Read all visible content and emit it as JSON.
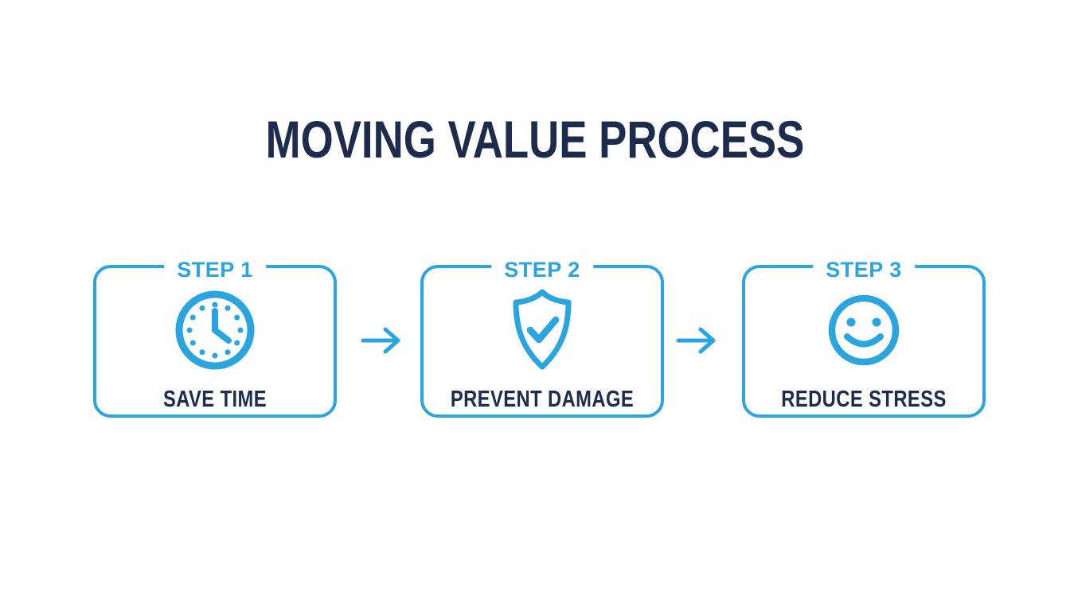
{
  "title": "MOVING VALUE PROCESS",
  "steps": [
    {
      "step_label": "STEP 1",
      "icon": "clock-icon",
      "benefit_label": "SAVE TIME"
    },
    {
      "step_label": "STEP 2",
      "icon": "shield-check-icon",
      "benefit_label": "PREVENT DAMAGE"
    },
    {
      "step_label": "STEP 3",
      "icon": "smiley-face-icon",
      "benefit_label": "REDUCE STRESS"
    }
  ],
  "connector_icon": "arrow-right-icon",
  "colors": {
    "accent_blue": "#2AA5E0",
    "navy": "#1D2B4C",
    "background": "#FEFEFE"
  }
}
